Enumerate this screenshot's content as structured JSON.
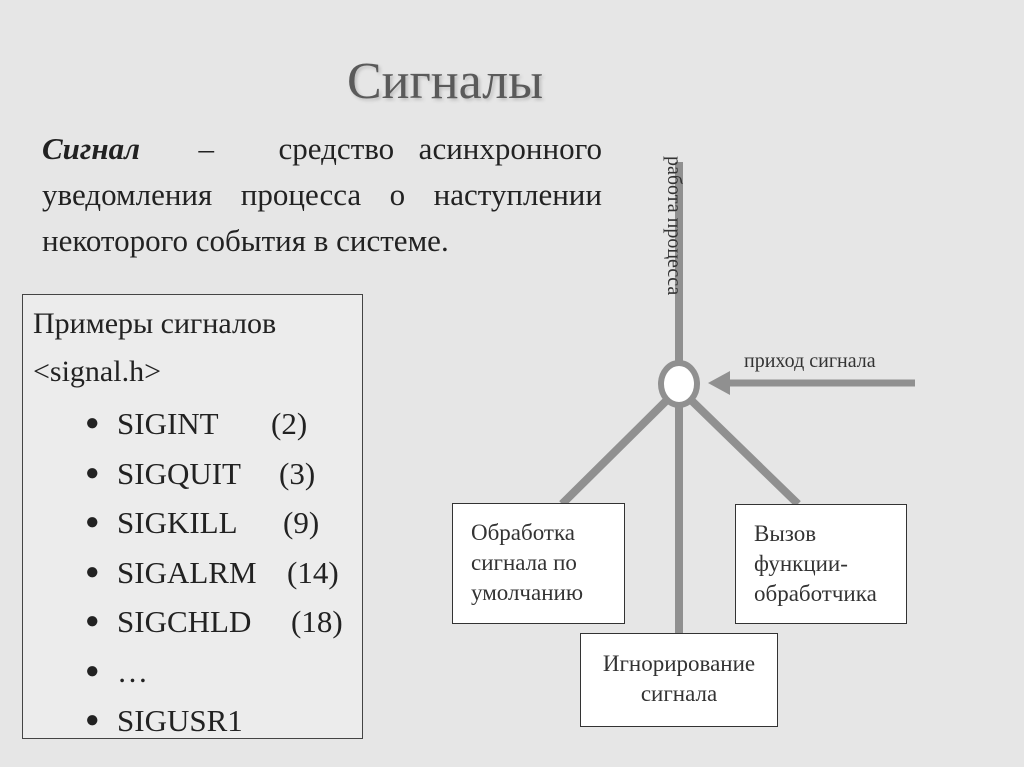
{
  "title": "Сигналы",
  "definition": {
    "term": "Сигнал",
    "dash": "–",
    "text": "средство асинхронного уведомления процесса о наступлении некоторого события в системе."
  },
  "examples": {
    "heading": "Примеры сигналов",
    "header_file": "<signal.h>",
    "items": [
      {
        "name": "SIGINT",
        "num": "(2)"
      },
      {
        "name": "SIGQUIT",
        "num": "(3)"
      },
      {
        "name": "SIGKILL",
        "num": "(9)"
      },
      {
        "name": "SIGALRM",
        "num": "(14)"
      },
      {
        "name": "SIGCHLD",
        "num": "(18)"
      },
      {
        "name": "…",
        "num": ""
      },
      {
        "name": "SIGUSR1",
        "num": ""
      }
    ]
  },
  "diagram": {
    "process_work_label": "работа процесса",
    "signal_arrival_label": "приход сигнала",
    "boxes": {
      "default": [
        "Обработка",
        "сигнала по",
        "умолчанию"
      ],
      "ignore": [
        "Игнорирование",
        "сигнала"
      ],
      "handler": [
        "Вызов",
        "функции-",
        "обработчика"
      ]
    },
    "line_color": "#909090"
  }
}
